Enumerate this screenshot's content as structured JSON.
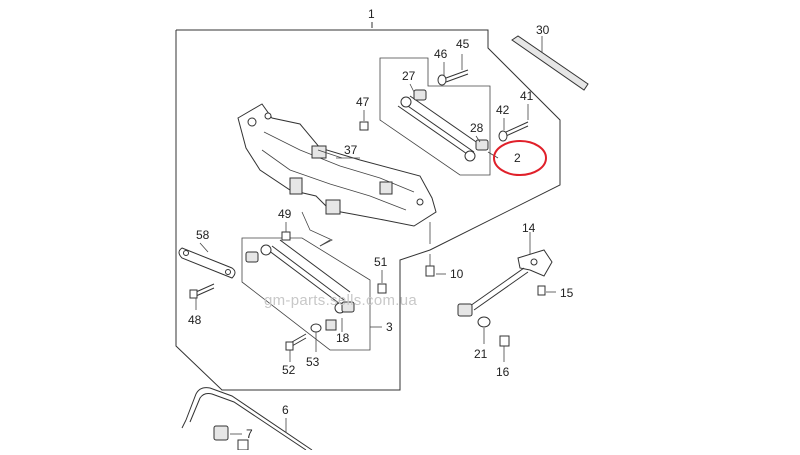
{
  "diagram": {
    "watermark": "gm-parts.sells.com.ua",
    "highlight_color": "#e0202a",
    "callouts": {
      "c1": "1",
      "c2": "2",
      "c3": "3",
      "c6": "6",
      "c7": "7",
      "c10": "10",
      "c14": "14",
      "c15": "15",
      "c16": "16",
      "c18": "18",
      "c21": "21",
      "c27": "27",
      "c28": "28",
      "c30": "30",
      "c37": "37",
      "c41": "41",
      "c42": "42",
      "c45": "45",
      "c46": "46",
      "c47": "47",
      "c48": "48",
      "c49": "49",
      "c51": "51",
      "c52": "52",
      "c53": "53",
      "c58": "58"
    }
  }
}
